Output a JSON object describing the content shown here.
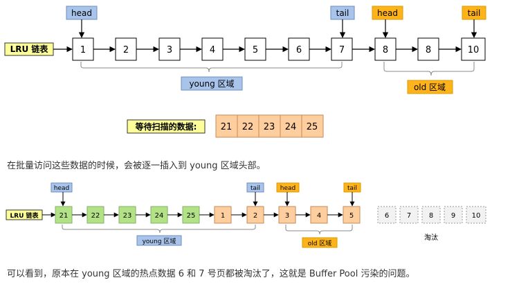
{
  "top_diagram": {
    "list_label": "LRU 链表",
    "nodes": [
      "1",
      "2",
      "3",
      "4",
      "5",
      "6",
      "7",
      "8",
      "8",
      "10"
    ],
    "young_head_label": "head",
    "young_tail_label": "tail",
    "old_head_label": "head",
    "old_tail_label": "tail",
    "young_region_label": "young 区域",
    "old_region_label": "old 区域",
    "waiting_label": "等待扫描的数据:",
    "waiting_items": [
      "21",
      "22",
      "23",
      "24",
      "25"
    ]
  },
  "caption_1": "在批量访问这些数据的时候，会被逐一插入到 young 区域头部。",
  "bottom_diagram": {
    "list_label": "LRU 链表",
    "young_nodes": [
      "21",
      "22",
      "23",
      "24",
      "25",
      "1",
      "2"
    ],
    "old_nodes": [
      "3",
      "4",
      "5"
    ],
    "evicted_nodes": [
      "6",
      "7",
      "8",
      "9",
      "10"
    ],
    "evicted_label": "淘汰",
    "young_head_label": "head",
    "young_tail_label": "tail",
    "old_head_label": "head",
    "old_tail_label": "tail",
    "young_region_label": "young 区域",
    "old_region_label": "old 区域"
  },
  "caption_2": "可以看到，原本在 young 区域的热点数据 6 和 7 号页都被淘汰了，这就是 Buffer Pool 污染的问题。",
  "colors": {
    "label_yellow": "#FFFF99",
    "head_blue": "#A9C4EB",
    "old_orange": "#FFB31A",
    "waiting_peach": "#FFCE9F",
    "young_green": "#B3E186",
    "node_white": "#FFFFFF",
    "evicted_gray": "#F2F2F2"
  }
}
